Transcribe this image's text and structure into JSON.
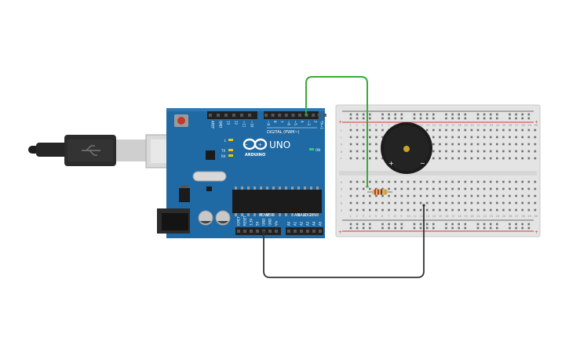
{
  "arduino": {
    "brand": "ARDUINO",
    "model": "UNO",
    "digital_label": "DIGITAL (PWM~)",
    "power_label": "POWER",
    "analog_label": "ANALOG IN",
    "on_label": "ON",
    "l_label": "L",
    "tx_label": "TX",
    "rx_label": "RX",
    "top_pins": [
      "AREF",
      "GND",
      "13",
      "12",
      "~11",
      "~10",
      "~9",
      "8",
      "7",
      "~6",
      "~5",
      "4",
      "~3",
      "2",
      "TX→1",
      "RX←0"
    ],
    "power_pins": [
      "IOREF",
      "RESET",
      "3.3V",
      "5V",
      "GND",
      "GND",
      "Vin"
    ],
    "analog_pins": [
      "A0",
      "A1",
      "A2",
      "A3",
      "A4",
      "A5"
    ]
  },
  "breadboard": {
    "columns": 30,
    "top_rows": [
      "j",
      "i",
      "h",
      "g",
      "f"
    ],
    "bottom_rows": [
      "e",
      "d",
      "c",
      "b",
      "a"
    ],
    "rail_plus": "+",
    "rail_minus": "−"
  },
  "buzzer": {
    "plus_label": "+",
    "minus_label": "−"
  },
  "colors": {
    "board_blue": "#1f6aa5",
    "wire_green": "#3aaa35",
    "wire_black": "#333333",
    "rail_red": "#d33a3a"
  }
}
